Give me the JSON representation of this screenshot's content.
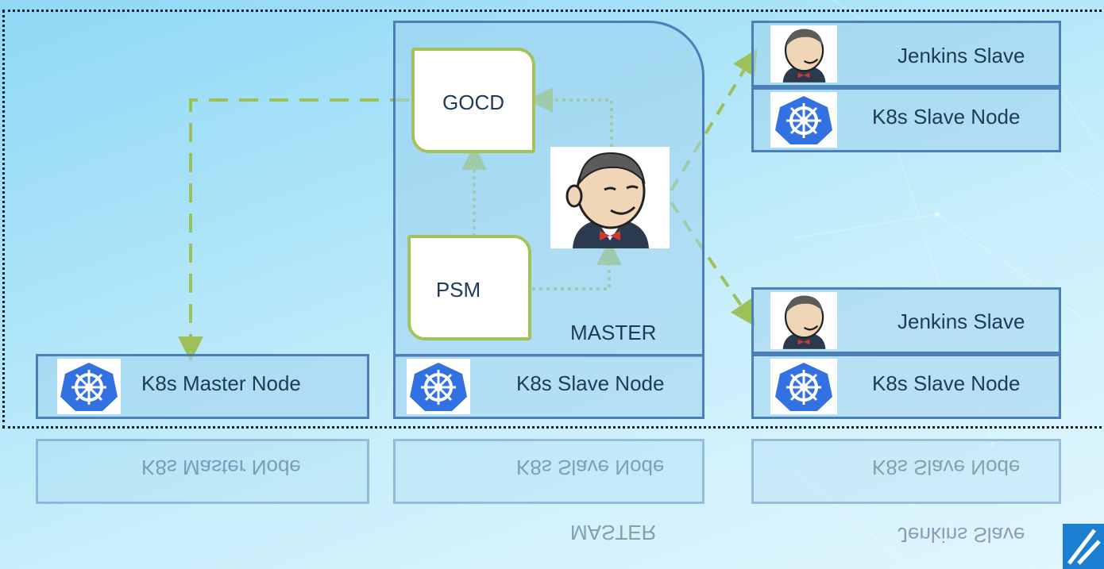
{
  "master_panel": {
    "title": "MASTER",
    "node_label": "K8s Slave Node"
  },
  "gocd": {
    "label": "GOCD"
  },
  "psm": {
    "label": "PSM"
  },
  "k8s_master": {
    "label": "K8s Master Node"
  },
  "slave_top": {
    "jenkins_label": "Jenkins Slave",
    "node_label": "K8s Slave Node"
  },
  "slave_bottom": {
    "jenkins_label": "Jenkins Slave",
    "node_label": "K8s Slave Node"
  },
  "reflection": {
    "master_node_label": "K8s Master Node",
    "slave_node_label": "K8s Slave Node",
    "master_label": "MASTER",
    "right_node_label": "K8s Slave Node",
    "right_jenkins_label": "Jenkins Slave"
  },
  "colors": {
    "arrow": "#9dc05a",
    "border": "#4a7fb8",
    "text": "#1d3a5c",
    "k8s_blue": "#3371e3"
  },
  "icons": [
    "kubernetes-icon",
    "jenkins-icon",
    "brand-logo-icon"
  ]
}
